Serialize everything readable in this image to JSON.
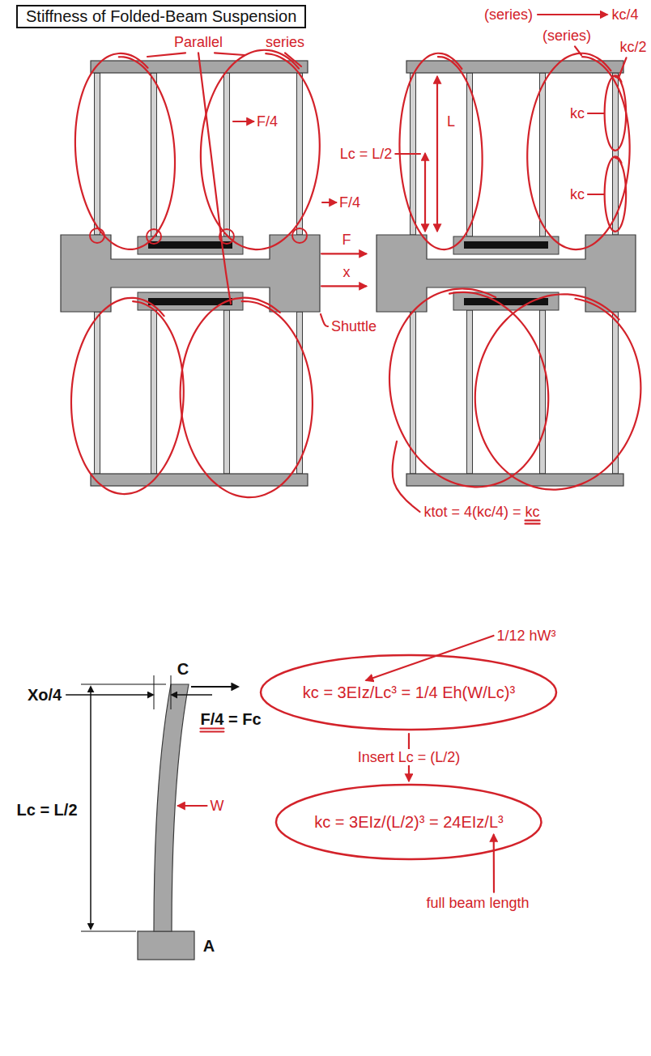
{
  "diagram": {
    "title": "Stiffness of Folded-Beam Suspension",
    "nodes": [
      {
        "text": [
          "kc = 3EIz/Lc³ = 1/4 Eh(W/Lc)³"
        ]
      },
      {
        "text": [
          "kc = 3EIz/(L/2)³ = 24EIz/L³"
        ]
      }
    ],
    "edges": [
      {
        "from": 0,
        "to": 1,
        "arrow": "to",
        "label": "Insert Lc = (L/2)"
      }
    ],
    "labels": [
      "Parallel",
      "series",
      "F/4",
      "F/4",
      "F",
      "x",
      "Shuttle",
      "(series)",
      "kc/4",
      "(series)",
      "kc/2",
      "kc",
      "kc",
      "L",
      "Lc = L/2",
      "ktot = 4(kc/4) = kc",
      "C",
      "Xo/4",
      "F/4 = Fc",
      "Lc = L/2",
      "W",
      "A",
      "1/12 hW³",
      "full beam length"
    ]
  }
}
